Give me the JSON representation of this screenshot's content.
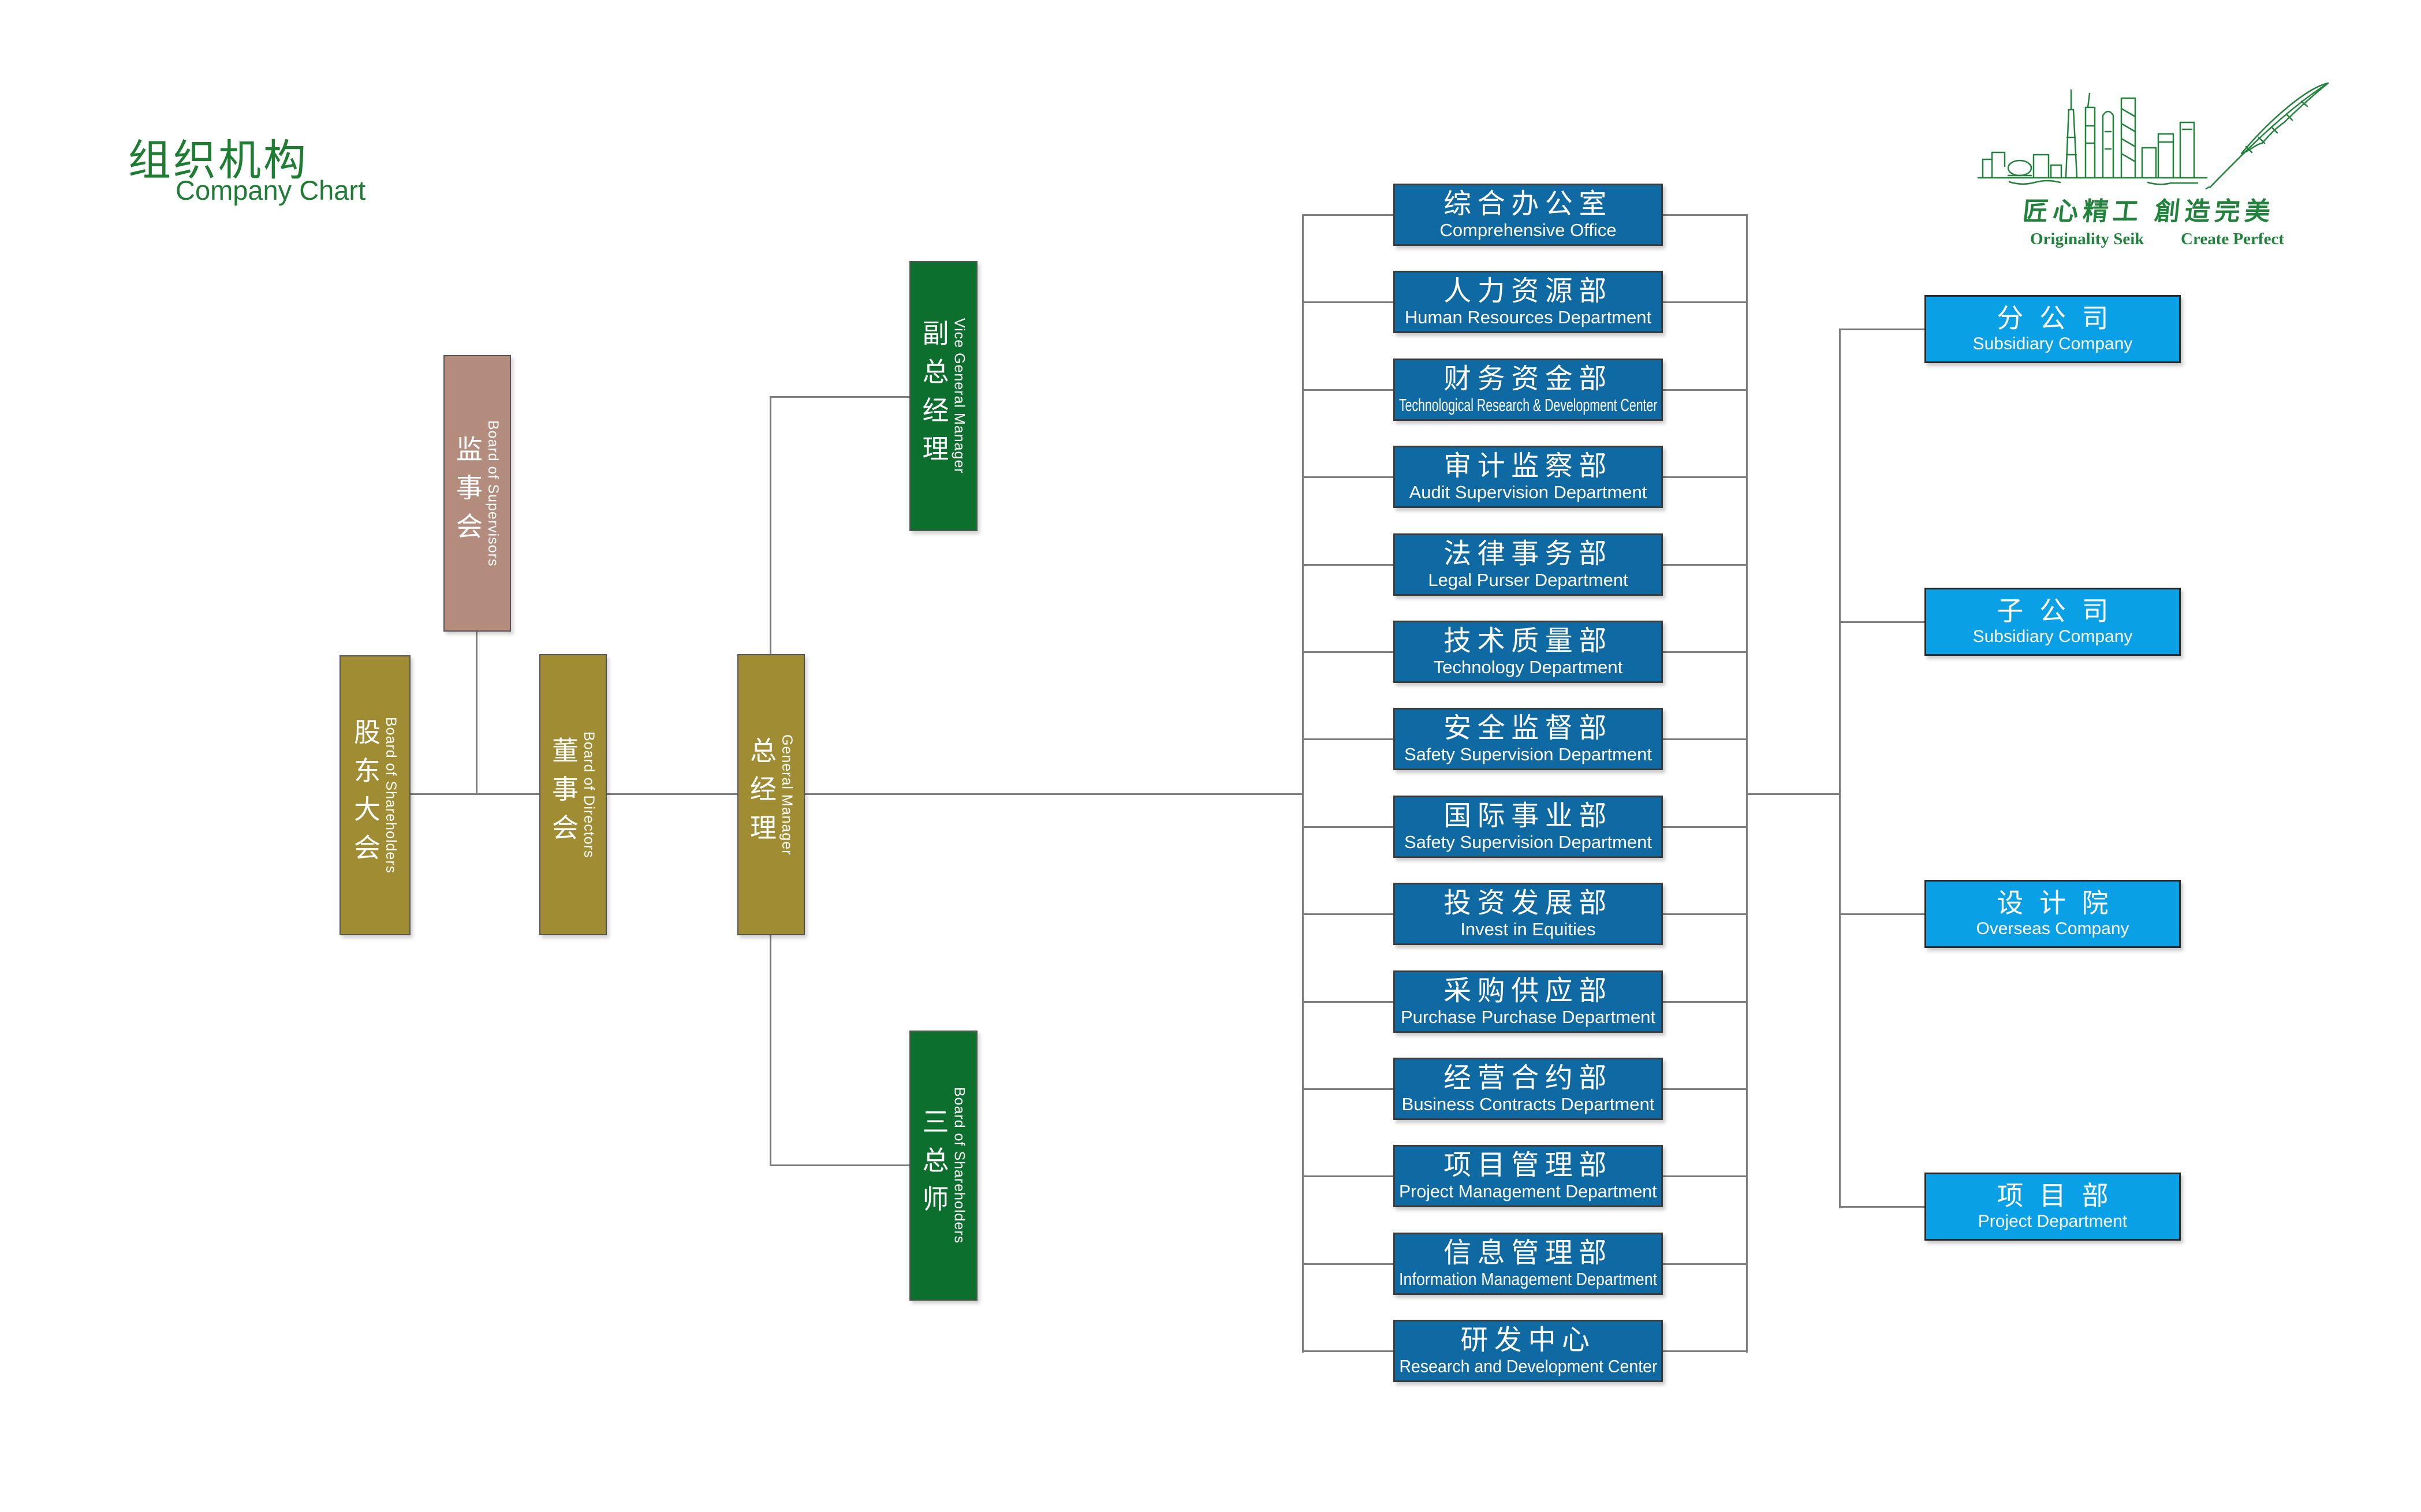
{
  "page": {
    "title_cn": "组织机构",
    "title_en": "Company Chart"
  },
  "logo": {
    "slogan_cn": "匠心精工 創造完美",
    "slogan_en_left": "Originality Seik",
    "slogan_en_right": "Create Perfect",
    "skyline_icon": "city-skyline-and-quill-line-art"
  },
  "colors": {
    "title_green": "#1e7d33",
    "logo_green": "#20823b",
    "olive": "#a08c32",
    "rose": "#b48c7d",
    "dark_green": "#0d6f2d",
    "department_blue": "#0f69a3",
    "subsidiary_blue": "#09a0e5",
    "line_gray": "#7d7d7d"
  },
  "governance": [
    {
      "cn": "股东大会",
      "en": "Board of Shareholders"
    },
    {
      "cn": "监事会",
      "en": "Board of Supervisors"
    },
    {
      "cn": "董事会",
      "en": "Board of Directors"
    },
    {
      "cn": "总经理",
      "en": "General Manager"
    },
    {
      "cn": "副总经理",
      "en": "Vice General Manager"
    },
    {
      "cn": "三总师",
      "en": "Board of Shareholders"
    }
  ],
  "departments": [
    {
      "cn": "综合办公室",
      "en": "Comprehensive Office"
    },
    {
      "cn": "人力资源部",
      "en": "Human Resources Department"
    },
    {
      "cn": "财务资金部",
      "en": "Technological Research & Development Center"
    },
    {
      "cn": "审计监察部",
      "en": "Audit Supervision Department"
    },
    {
      "cn": "法律事务部",
      "en": "Legal Purser Department"
    },
    {
      "cn": "技术质量部",
      "en": "Technology Department"
    },
    {
      "cn": "安全监督部",
      "en": "Safety Supervision Department"
    },
    {
      "cn": "国际事业部",
      "en": "Safety Supervision Department"
    },
    {
      "cn": "投资发展部",
      "en": "Invest in Equities"
    },
    {
      "cn": "采购供应部",
      "en": "Purchase Purchase Department"
    },
    {
      "cn": "经营合约部",
      "en": "Business Contracts Department"
    },
    {
      "cn": "项目管理部",
      "en": "Project Management Department"
    },
    {
      "cn": "信息管理部",
      "en": "Information Management Department"
    },
    {
      "cn": "研发中心",
      "en": "Research and Development Center"
    }
  ],
  "subsidiaries": [
    {
      "cn": "分公司",
      "en": "Subsidiary Company"
    },
    {
      "cn": "子公司",
      "en": "Subsidiary Company"
    },
    {
      "cn": "设计院",
      "en": "Overseas Company"
    },
    {
      "cn": "项目部",
      "en": "Project Department"
    }
  ]
}
